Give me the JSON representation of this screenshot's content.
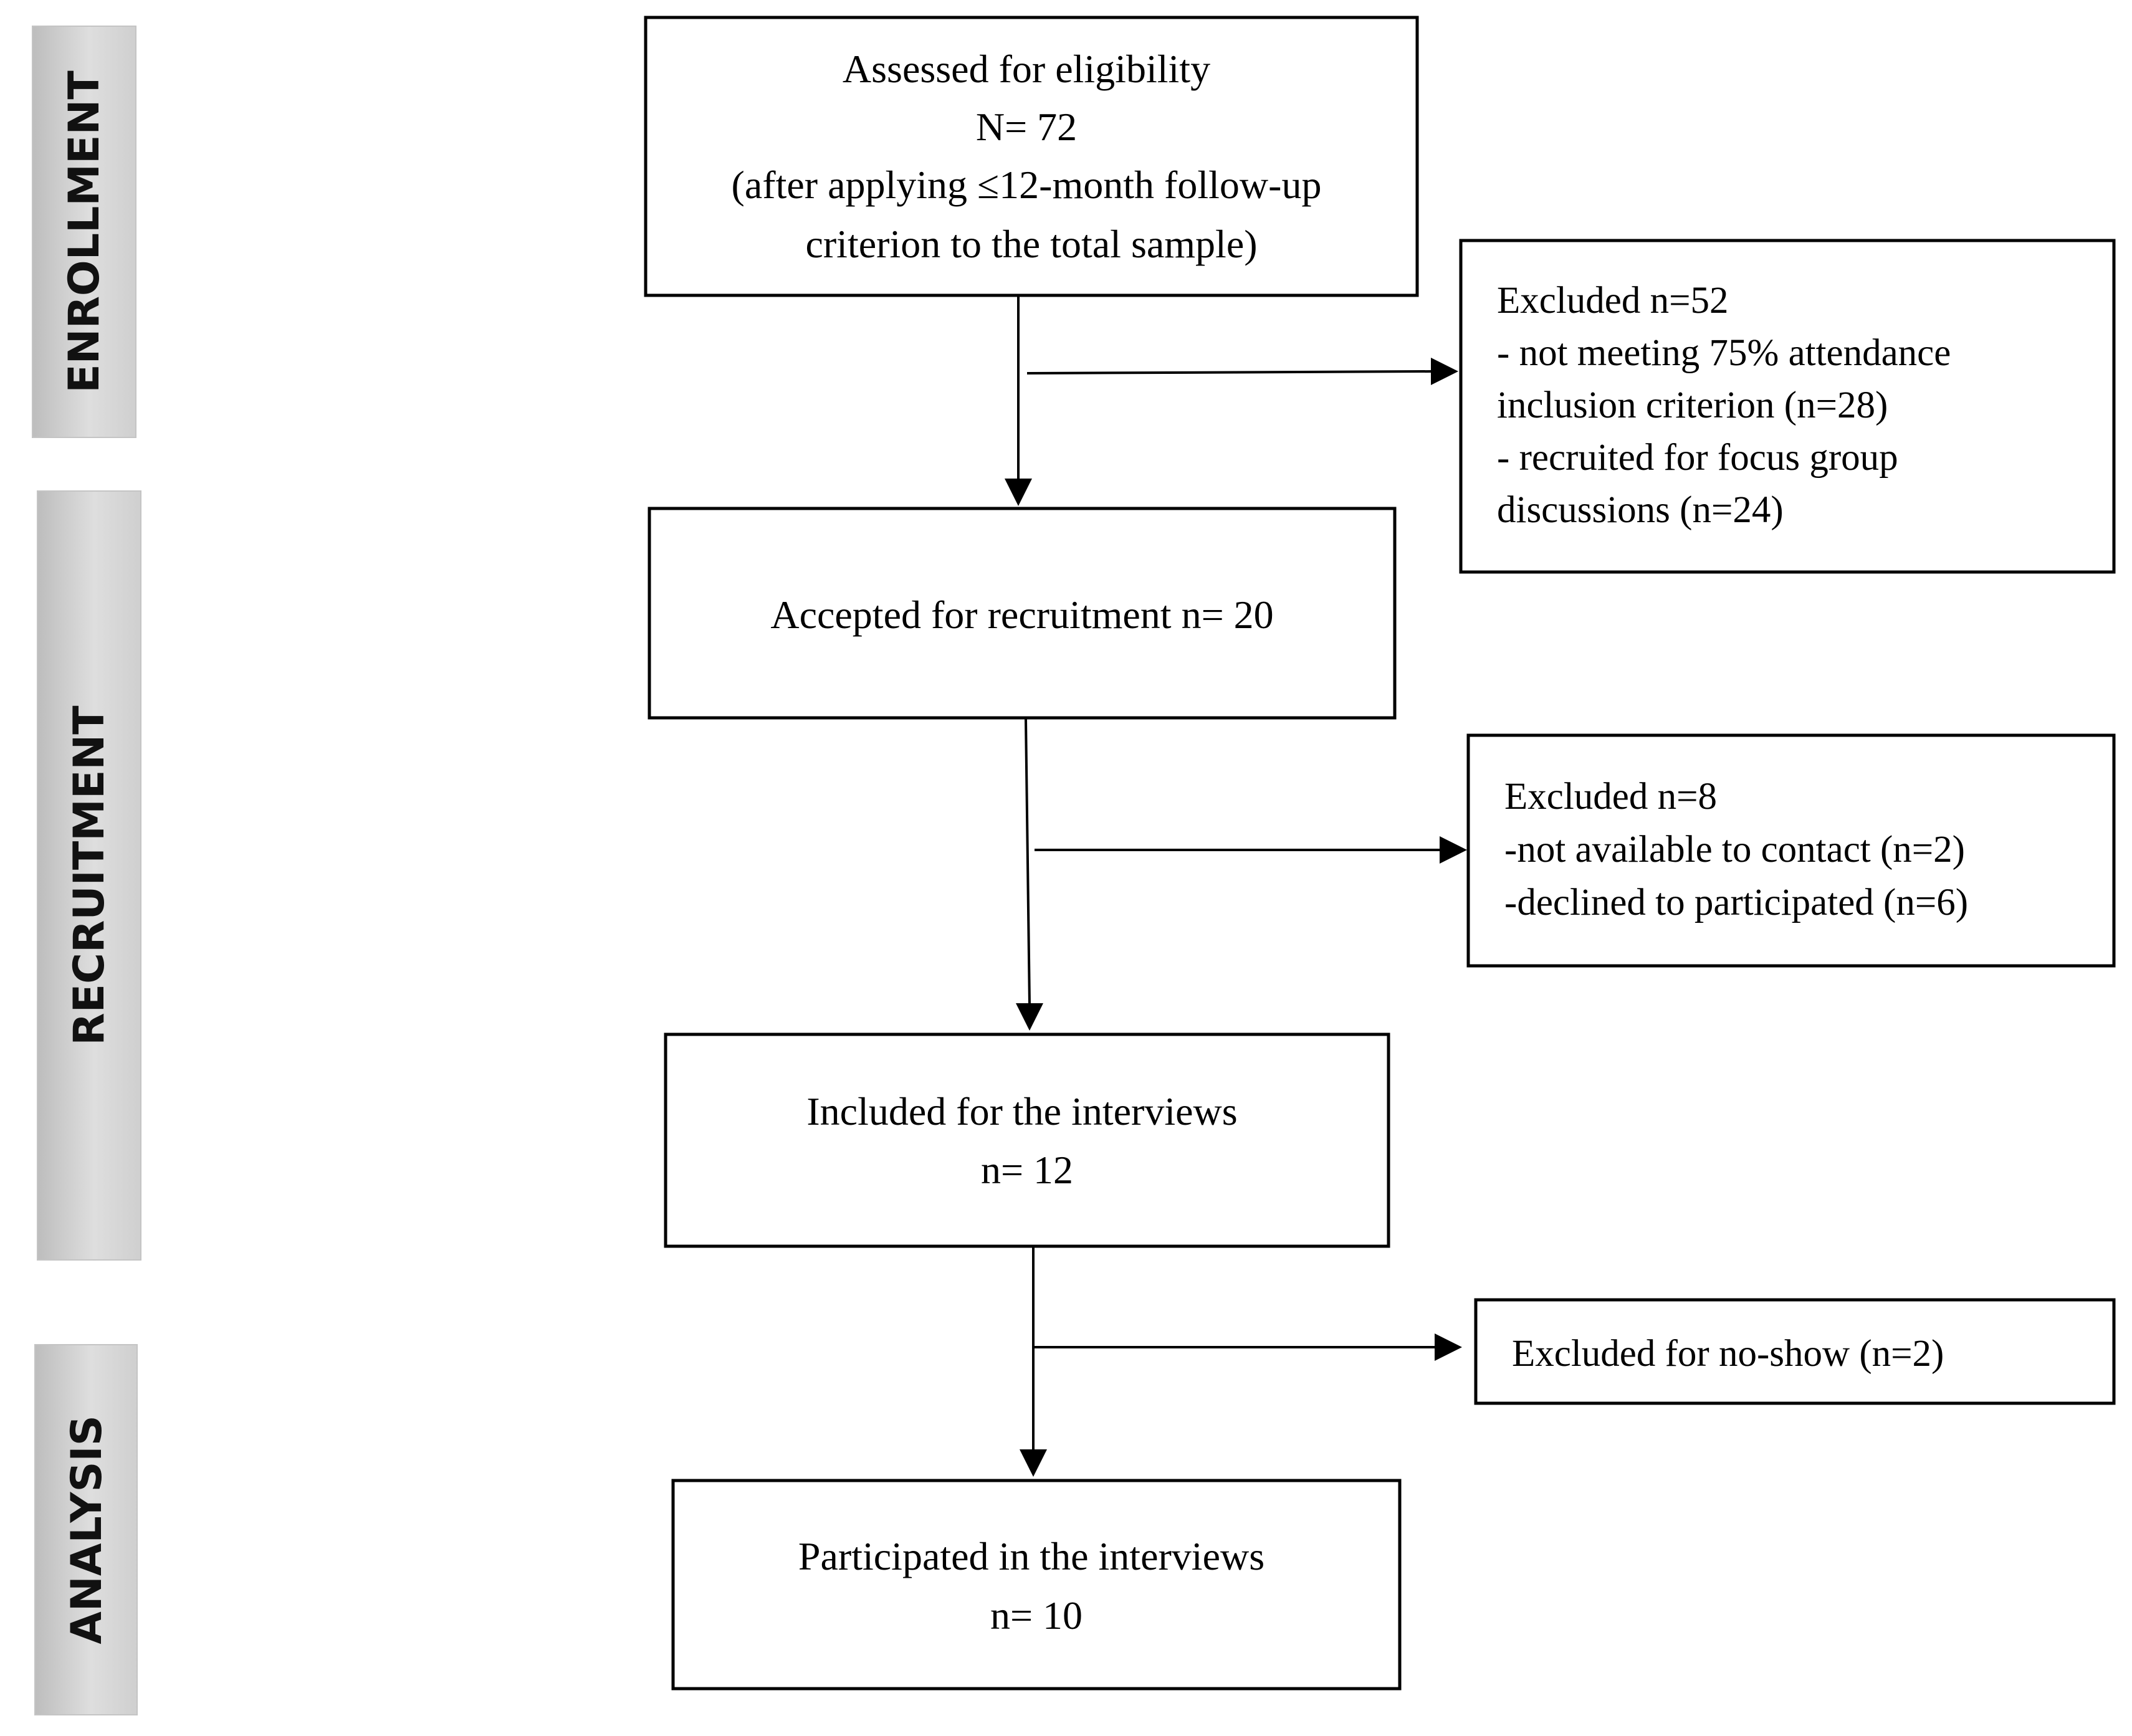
{
  "phases": {
    "enrollment": "ENROLLMENT",
    "recruitment": "RECRUITMENT",
    "analysis": "ANALYSIS"
  },
  "boxes": {
    "assessed": [
      "Assessed for eligibility",
      "N= 72",
      "(after applying ≤12-month follow-up",
      "criterion to the total sample)"
    ],
    "accepted": [
      "Accepted for recruitment n= 20"
    ],
    "included": [
      "Included for the interviews",
      "n= 12"
    ],
    "participated": [
      "Participated in the interviews",
      "n= 10"
    ],
    "excluded_1": [
      "Excluded n=52",
      "- not meeting 75% attendance",
      "inclusion criterion (n=28)",
      "- recruited for focus group",
      "discussions (n=24)"
    ],
    "excluded_2": [
      "Excluded n=8",
      "-not available to contact (n=2)",
      "-declined to participated (n=6)"
    ],
    "excluded_3": [
      "Excluded for no-show (n=2)"
    ]
  }
}
